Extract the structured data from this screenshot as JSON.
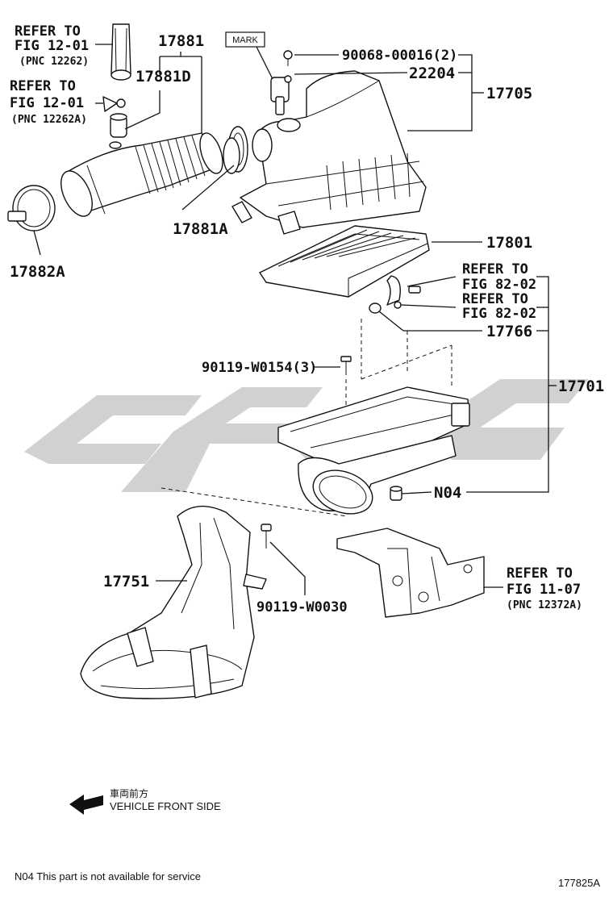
{
  "labels": {
    "refer_fig_12_01_a": "REFER TO",
    "refer_fig_12_01_a2": "FIG 12-01",
    "pnc_12262": "(PNC 12262)",
    "refer_fig_12_01_b": "REFER TO",
    "refer_fig_12_01_b2": "FIG 12-01",
    "pnc_12262a": "(PNC 12262A)",
    "p17881": "17881",
    "p17881d": "17881D",
    "mark": "MARK",
    "p90068": "90068-00016(2)",
    "p22204": "22204",
    "p17705": "17705",
    "p17881a": "17881A",
    "p17882a": "17882A",
    "p17801": "17801",
    "refer_fig_82_02_a": "REFER TO",
    "refer_fig_82_02_a2": "FIG 82-02",
    "refer_fig_82_02_b": "REFER TO",
    "refer_fig_82_02_b2": "FIG 82-02",
    "p17766": "17766",
    "p90119_w0154": "90119-W0154(3)",
    "p17701": "17701",
    "n04": "N04",
    "p17751": "17751",
    "p90119_w0030": "90119-W0030",
    "refer_fig_11_07": "REFER TO",
    "refer_fig_11_07b": "FIG 11-07",
    "pnc_12372a": "(PNC 12372A)"
  },
  "footer": {
    "front_jp": "車両前方",
    "front_en": "VEHICLE FRONT SIDE",
    "n04_note": "N04  This part is not available for service",
    "figure_code": "177825A"
  },
  "watermark": {
    "color": "#cfcfcf"
  }
}
